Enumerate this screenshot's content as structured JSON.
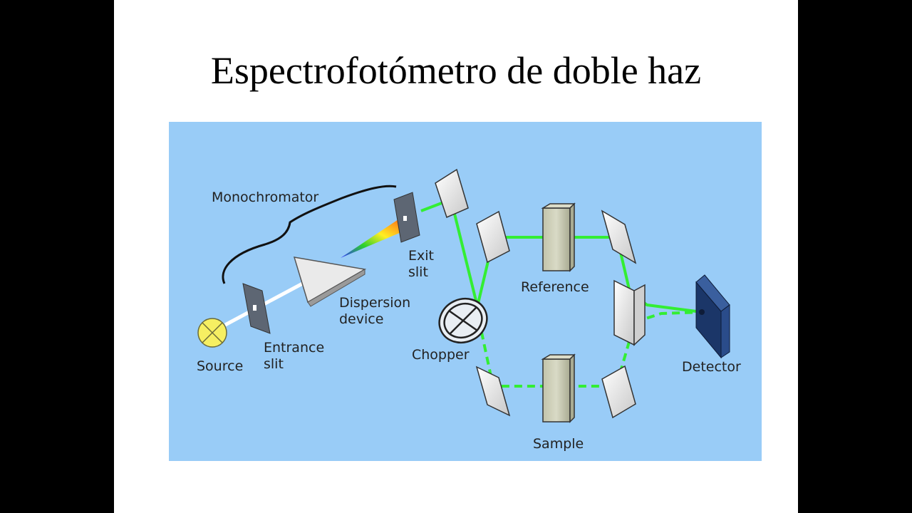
{
  "slide_title": "Espectrofotómetro de doble haz",
  "labels": {
    "monochromator": "Monochromator",
    "exit_line1": "Exit",
    "exit_line2": "slit",
    "dispersion_line1": "Dispersion",
    "dispersion_line2": "device",
    "reference": "Reference",
    "entrance_line1": "Entrance",
    "entrance_line2": "slit",
    "source": "Source",
    "chopper": "Chopper",
    "detector": "Detector",
    "sample": "Sample"
  },
  "colors": {
    "background": "#99ccf7",
    "beam": "#33ee33",
    "detector": "#1f3f7a"
  }
}
